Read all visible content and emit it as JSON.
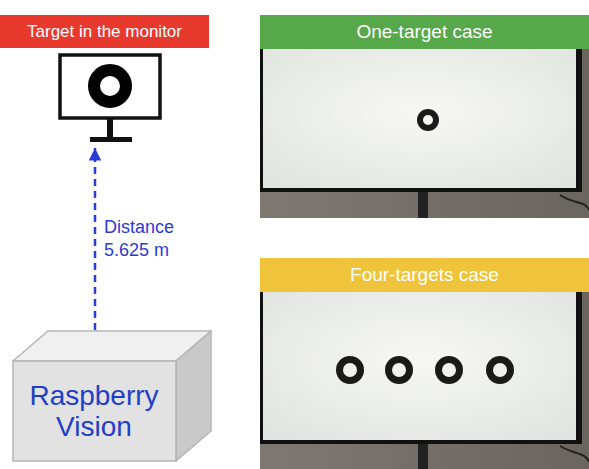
{
  "diagram": {
    "nodes": [
      {
        "text": [
          "Target in the monitor"
        ]
      },
      {
        "text": [
          "Raspberry Vision"
        ]
      },
      {
        "text": [
          "One-target case"
        ]
      },
      {
        "text": [
          "Four-targets case"
        ]
      }
    ],
    "edges": [
      {
        "from": 1,
        "to": 0,
        "arrow": "to",
        "label": "Distance 5.625 m"
      }
    ]
  }
}
